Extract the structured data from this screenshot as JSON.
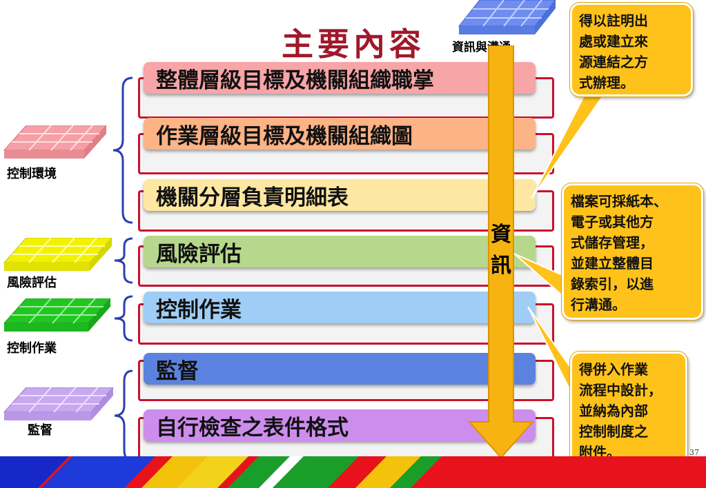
{
  "title": "主要內容",
  "comm_label": "資訊與溝通",
  "arrow_text": [
    "資",
    "訊"
  ],
  "bars": [
    {
      "text": "整體層級目標及機關組織職掌",
      "color": "#f8a5a8"
    },
    {
      "text": "作業層級目標及機關組織圖",
      "color": "#fcb385"
    },
    {
      "text": "機關分層負責明細表",
      "color": "#fde7a2"
    },
    {
      "text": "風險評估",
      "color": "#b7d88c"
    },
    {
      "text": "控制作業",
      "color": "#9fcdf5"
    },
    {
      "text": "監督",
      "color": "#5b82de"
    },
    {
      "text": "自行檢查之表件格式",
      "color": "#cd8ded"
    }
  ],
  "categories": [
    {
      "label": "控制環境",
      "color": "#f4a0a6"
    },
    {
      "label": "風險評估",
      "color": "#f2f200"
    },
    {
      "label": "控制作業",
      "color": "#22c622"
    },
    {
      "label": "監督",
      "color": "#c8a8ee"
    }
  ],
  "callouts": [
    {
      "lines": [
        "得以註明出",
        "處或建立來",
        "源連結之方",
        "式辦理。"
      ]
    },
    {
      "lines": [
        "檔案可採紙本、",
        "電子或其他方",
        "式儲存管理，",
        "並建立整體目",
        "錄索引，以進",
        "行溝通。"
      ]
    },
    {
      "lines": [
        "得併入作業",
        "流程中設計，",
        "並納為內部",
        "控制制度之",
        "附件。"
      ]
    }
  ],
  "page_number": "37",
  "colors": {
    "accent_red": "#c8102e",
    "arrow": "#f6b312",
    "callout": "#ffc21a",
    "title": "#a0182a",
    "comm_icon": "#6f8cf0"
  }
}
